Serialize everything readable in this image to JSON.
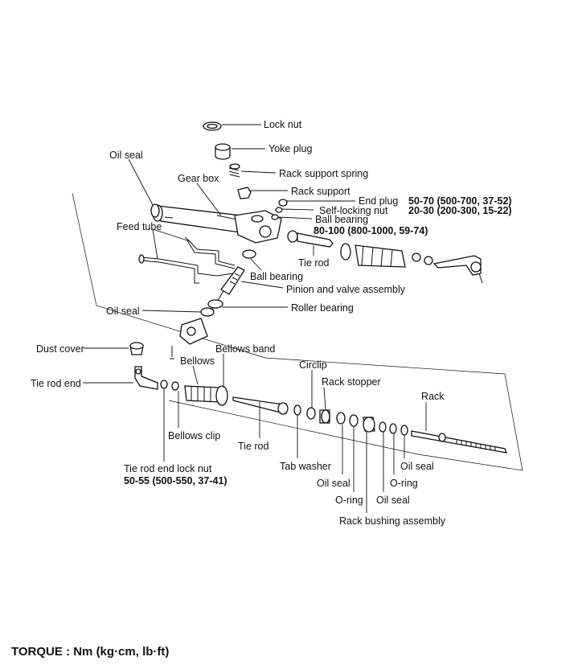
{
  "labels": {
    "lock_nut": "Lock nut",
    "yoke_plug": "Yoke plug",
    "rack_support_spring": "Rack support spring",
    "rack_support": "Rack support",
    "end_plug": "End plug",
    "end_plug_torque": "50-70 (500-700, 37-52)",
    "self_locking_nut": "Self-locking nut",
    "self_locking_nut_torque": "20-30 (200-300, 15-22)",
    "ball_bearing_upper": "Ball bearing",
    "ball_bearing_upper_torque": "80-100 (800-1000, 59-74)",
    "oil_seal_top": "Oil seal",
    "gear_box": "Gear box",
    "feed_tube": "Feed tube",
    "tie_rod_upper": "Tie rod",
    "ball_bearing_lower": "Ball bearing",
    "pinion_valve": "Pinion and valve assembly",
    "oil_seal_left": "Oil seal",
    "roller_bearing": "Roller bearing",
    "dust_cover": "Dust cover",
    "bellows_band": "Bellows band",
    "bellows": "Bellows",
    "tie_rod_end": "Tie rod end",
    "circlip": "Circlip",
    "rack_stopper": "Rack stopper",
    "rack": "Rack",
    "bellows_clip": "Bellows clip",
    "tie_rod_lower": "Tie rod",
    "tie_rod_end_lock_nut": "Tie rod end lock nut",
    "tie_rod_end_lock_nut_torque": "50-55 (500-550, 37-41)",
    "tab_washer": "Tab washer",
    "oil_seal_1": "Oil seal",
    "o_ring_1": "O-ring",
    "oil_seal_2": "Oil seal",
    "o_ring_2": "O-ring",
    "oil_seal_3": "Oil seal",
    "rack_bushing_assembly": "Rack bushing assembly"
  },
  "torque_footer": "TORQUE : Nm (kg·cm, lb·ft)"
}
